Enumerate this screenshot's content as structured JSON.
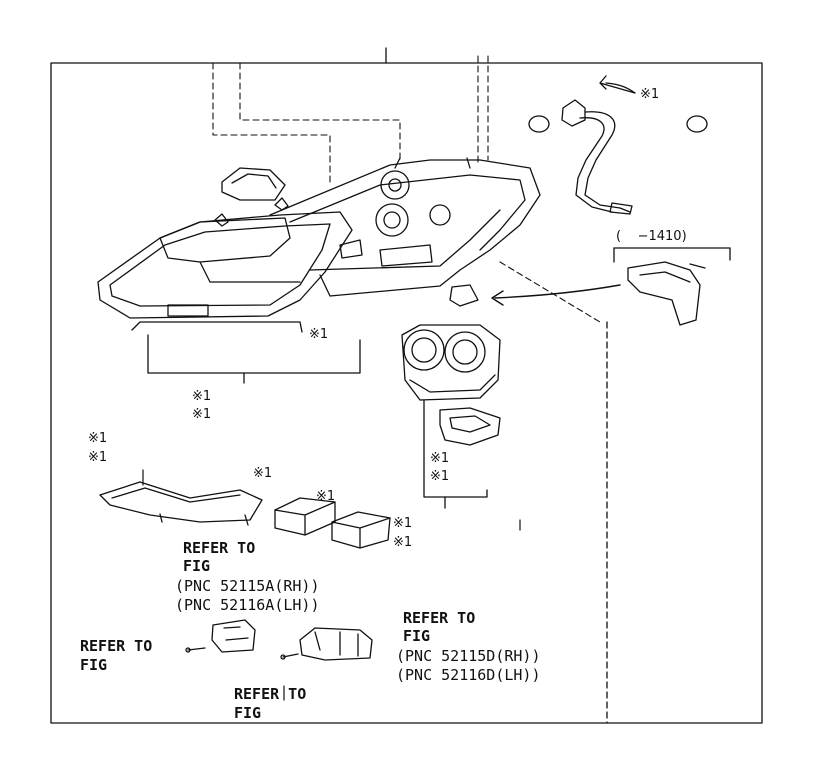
{
  "notes": {
    "mark": "※1",
    "range_label": "(    −1410)"
  },
  "refs": [
    {
      "l1": "REFER TO",
      "l2": "FIG",
      "l3": "(PNC 52115A(RH))",
      "l4": "(PNC 52116A(LH))"
    },
    {
      "l1": "REFER TO",
      "l2": "FIG",
      "l3": "(PNC 52115D(RH))",
      "l4": "(PNC 52116D(LH))"
    },
    {
      "l1": "REFER TO",
      "l2": "FIG"
    },
    {
      "l1": "REFER TO",
      "l2": "FIG"
    }
  ]
}
